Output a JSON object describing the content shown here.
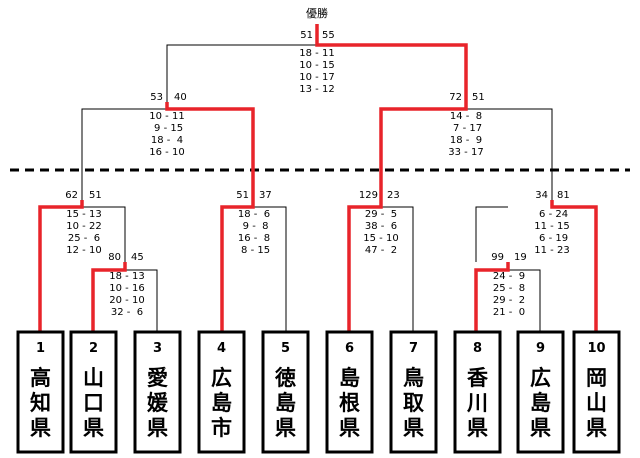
{
  "title": "優勝",
  "colors": {
    "win": "#e8242a",
    "line": "#000000"
  },
  "teams": [
    {
      "no": "1",
      "name": [
        "高",
        "知",
        "県"
      ]
    },
    {
      "no": "2",
      "name": [
        "山",
        "口",
        "県"
      ]
    },
    {
      "no": "3",
      "name": [
        "愛",
        "媛",
        "県"
      ]
    },
    {
      "no": "4",
      "name": [
        "広",
        "島",
        "市"
      ]
    },
    {
      "no": "5",
      "name": [
        "徳",
        "島",
        "県"
      ]
    },
    {
      "no": "6",
      "name": [
        "島",
        "根",
        "県"
      ]
    },
    {
      "no": "7",
      "name": [
        "鳥",
        "取",
        "県"
      ]
    },
    {
      "no": "8",
      "name": [
        "香",
        "川",
        "県"
      ]
    },
    {
      "no": "9",
      "name": [
        "広",
        "島",
        "県"
      ]
    },
    {
      "no": "10",
      "name": [
        "岡",
        "山",
        "県"
      ]
    }
  ],
  "matches": {
    "r1_2v3": {
      "left": "80",
      "right": "45",
      "sets": [
        "18 - 13",
        "10 - 16",
        "20 - 10",
        "32 -  6"
      ]
    },
    "r1_8v9": {
      "left": "99",
      "right": "19",
      "sets": [
        "24 -  9",
        "25 -  8",
        "29 -  2",
        "21 -  0"
      ]
    },
    "r2_1vW": {
      "left": "62",
      "right": "51",
      "sets": [
        "15 - 13",
        "10 - 22",
        "25 -  6",
        "12 - 10"
      ]
    },
    "r2_4v5": {
      "left": "51",
      "right": "37",
      "sets": [
        "18 -  6",
        " 9 -  8",
        "16 -  8",
        " 8 - 15"
      ]
    },
    "r2_6v7": {
      "left": "129",
      "right": "23",
      "sets": [
        "29 -  5",
        "38 -  6",
        "15 - 10",
        "47 -  2"
      ]
    },
    "r2_Wv10": {
      "left": "34",
      "right": "81",
      "sets": [
        " 6 - 24",
        "11 - 15",
        " 6 - 19",
        "11 - 23"
      ]
    },
    "semi_left": {
      "left": "53",
      "right": "40",
      "sets": [
        "10 - 11",
        " 9 - 15",
        "18 -  4",
        "16 - 10"
      ]
    },
    "semi_right": {
      "left": "72",
      "right": "51",
      "sets": [
        "14 -  8",
        " 7 - 17",
        "18 -  9",
        "33 - 17"
      ]
    },
    "final": {
      "left": "51",
      "right": "55",
      "sets": [
        "18 - 11",
        "10 - 15",
        "10 - 17",
        "13 - 12"
      ]
    }
  }
}
